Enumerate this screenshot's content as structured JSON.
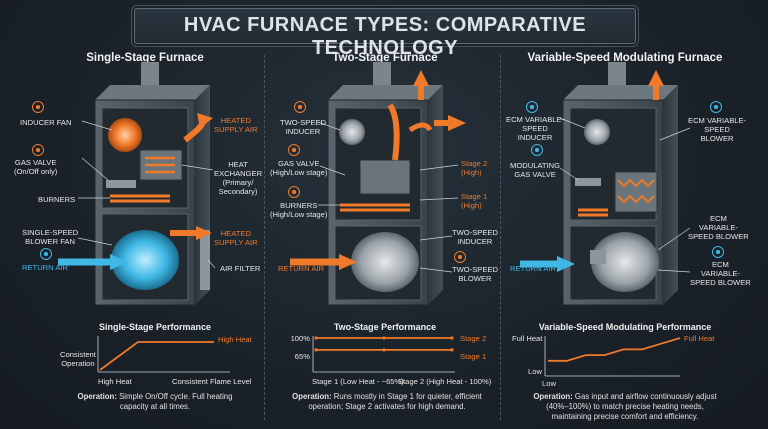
{
  "title": "HVAC FURNACE TYPES: COMPARATIVE TECHNOLOGY",
  "colors": {
    "accent": "#f07a2a",
    "blue": "#3fb8e6",
    "bg": "#1b232b"
  },
  "columns": [
    {
      "title": "Single-Stage Furnace",
      "labels": {
        "inducer": "INDUCER FAN",
        "gas_valve": "GAS VALVE\n(On/Off only)",
        "burners": "BURNERS",
        "blower": "SINGLE-SPEED\nBLOWER FAN",
        "return_air": "RETURN AIR",
        "heated_top": "HEATED\nSUPPLY AIR",
        "heat_exchanger": "HEAT\nEXCHANGER\n(Primary/\nSecondary)",
        "heated_bottom": "HEATED\nSUPPLY AIR",
        "air_filter": "AIR FILTER"
      },
      "perf": {
        "title": "Single-Stage Performance",
        "ylabel": "Consistent\nOperation",
        "series_label": "High Heat",
        "x_left": "High Heat",
        "x_right": "Consistent Flame Level"
      },
      "desc_bold": "Operation:",
      "desc": " Simple On/Off cycle. Full heating\ncapacity at all times."
    },
    {
      "title": "Two-Stage Furnace",
      "labels": {
        "inducer": "TWO-SPEED\nINDUCER",
        "gas_valve": "GAS VALVE\n(High/Low stage)",
        "burners": "BURNERS\n(High/Low stage)",
        "return_air": "RETURN AIR",
        "stage2": "Stage 2\n(High)",
        "stage1": "Stage 1\n(High)",
        "inducer2": "TWO-SPEED\nINDUCER",
        "blower": "TWO-SPEED\nBLOWER"
      },
      "perf": {
        "title": "Two-Stage Performance",
        "y_top": "100%",
        "y_mid": "65%",
        "s2": "Stage 2",
        "s1": "Stage 1",
        "x_left": "Stage 1 (Low Heat - ~65%)",
        "x_right": "Stage 2 (High Heat - 100%)"
      },
      "desc_bold": "Operation:",
      "desc": " Runs mostly in Stage 1 for quieter, efficient\noperation; Stage 2 activates for high demand."
    },
    {
      "title": "Variable-Speed Modulating Furnace",
      "labels": {
        "ecm_inducer": "ECM VARIABLE-\nSPEED\nINDUCER",
        "gas_valve": "MODULATING\nGAS VALVE",
        "return_air": "RETURN AIR",
        "ecm_blower_top": "ECM VARIABLE-\nSPEED\nBLOWER",
        "ecm_blower_mid": "ECM\nVARIABLE-\nSPEED BLOWER",
        "ecm_blower_bot": "ECM\nVARIABLE-\nSPEED BLOWER"
      },
      "perf": {
        "title": "Variable-Speed Modulating Performance",
        "y_top": "Full Heat",
        "y_low": "Low",
        "series_label": "Full Heat",
        "x_left": "Low"
      },
      "desc_bold": "Operation:",
      "desc": " Gas input and airflow continuously adjust\n(40%–100%) to match precise heating needs,\nmaintaining precise comfort and efficiency."
    }
  ],
  "chart_data": [
    {
      "type": "line",
      "title": "Single-Stage Performance",
      "series": [
        {
          "name": "High Heat",
          "values": [
            0,
            100,
            100,
            100
          ]
        }
      ],
      "x": [
        "0",
        "1",
        "2",
        "3"
      ],
      "ylim": [
        0,
        100
      ]
    },
    {
      "type": "line",
      "title": "Two-Stage Performance",
      "series": [
        {
          "name": "Stage 2",
          "values": [
            100,
            100,
            100
          ]
        },
        {
          "name": "Stage 1",
          "values": [
            65,
            65,
            65
          ]
        }
      ],
      "x": [
        "Stage 1 (Low Heat - ~65%)",
        "",
        "Stage 2 (High Heat - 100%)"
      ],
      "ylim": [
        0,
        100
      ]
    },
    {
      "type": "line",
      "title": "Variable-Speed Modulating Performance",
      "series": [
        {
          "name": "Full Heat",
          "values": [
            40,
            40,
            55,
            55,
            70,
            70,
            85,
            100
          ]
        }
      ],
      "ylim": [
        0,
        100
      ]
    }
  ]
}
